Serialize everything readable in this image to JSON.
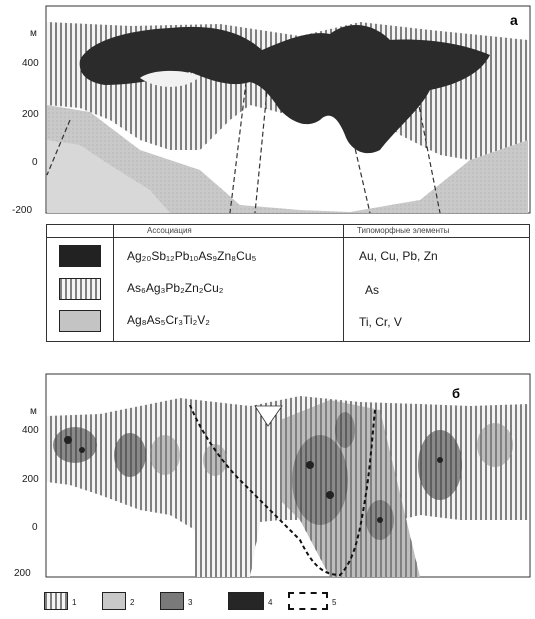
{
  "section_a": {
    "panel_letter": "a",
    "axis_unit": "м",
    "y_ticks": [
      "400",
      "200",
      "0",
      "-200"
    ]
  },
  "legend_table": {
    "left_header": "Ассоциация",
    "right_header": "Типоморфные элементы",
    "rows": [
      {
        "pattern": "dark",
        "formula": "Ag₂₀Sb₁₂Pb₁₀As₉Zn₈Cu₅",
        "elements": "Au, Cu, Pb, Zn"
      },
      {
        "pattern": "vertical-lines",
        "formula": "As₆Ag₃Pb₂Zn₂Cu₂",
        "elements": "As"
      },
      {
        "pattern": "light-gray",
        "formula": "Ag₈As₅Cr₃Ti₂V₂",
        "elements": "Ti, Cr, V"
      }
    ]
  },
  "section_b": {
    "panel_letter": "б",
    "axis_unit": "м",
    "y_ticks": [
      "400",
      "200",
      "0",
      "200"
    ]
  },
  "bottom_legend": [
    {
      "pattern": "vertical-lines",
      "number": "1"
    },
    {
      "pattern": "light-gray",
      "number": "2"
    },
    {
      "pattern": "mid-gray",
      "number": "3"
    },
    {
      "pattern": "dark",
      "number": "4"
    },
    {
      "pattern": "dashed-outline",
      "number": "5"
    }
  ]
}
